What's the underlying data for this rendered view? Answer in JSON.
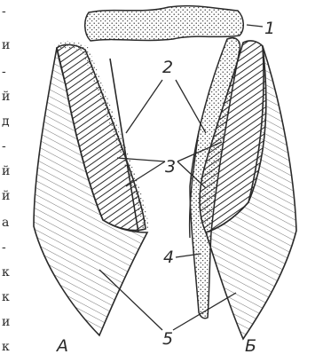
{
  "figure": {
    "labels": {
      "n1": "1",
      "n2": "2",
      "n3": "3",
      "n4": "4",
      "n5": "5",
      "left_side": "А",
      "right_side": "Б"
    }
  },
  "margin_text": {
    "fragments": [
      "-",
      "и",
      "-",
      "й",
      "д",
      "-",
      "й",
      "й",
      "а",
      "-",
      "к",
      "к",
      "и",
      "к"
    ]
  },
  "colors": {
    "ink": "#2a2a2a",
    "paper": "#ffffff"
  }
}
